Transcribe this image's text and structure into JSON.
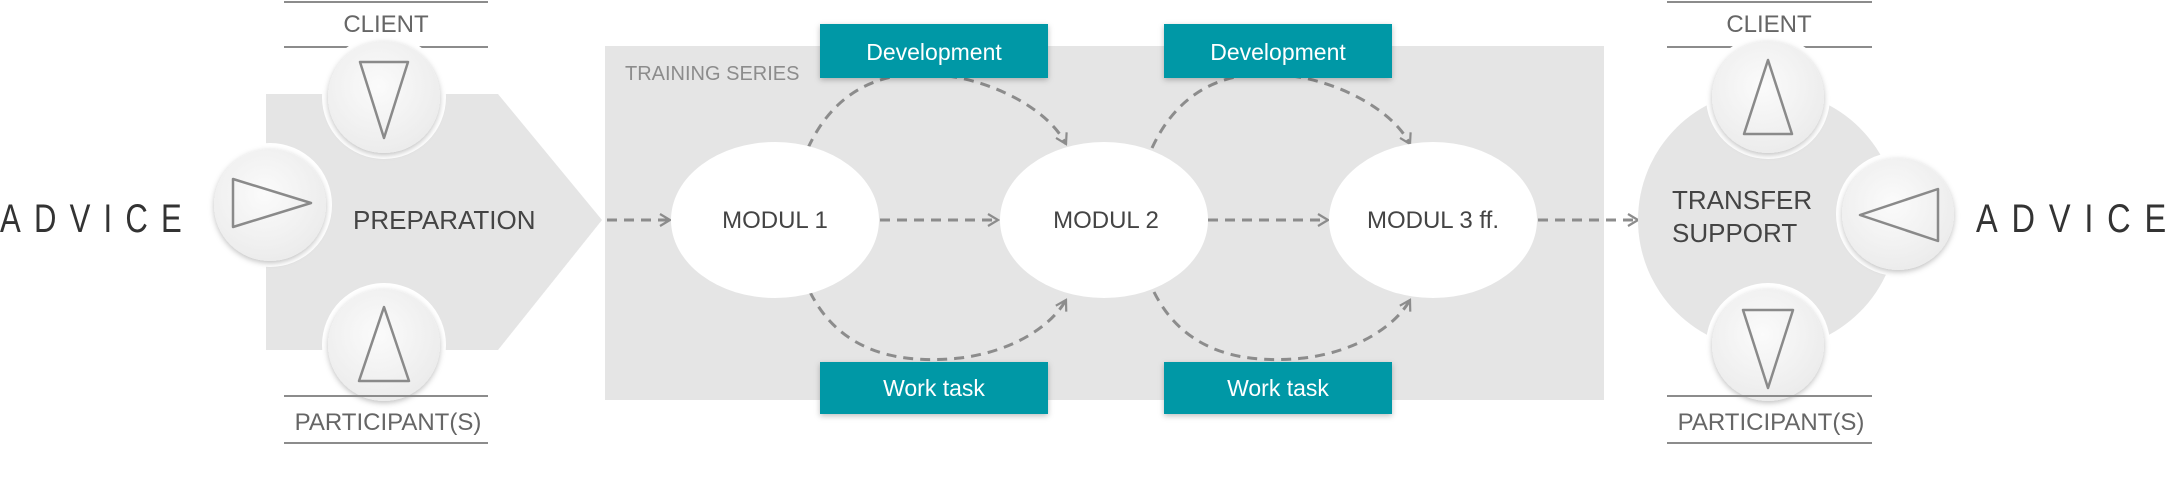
{
  "left_side": {
    "advice_label": "ADVICE",
    "client_label": "CLIENT",
    "participant_label": "PARTICIPANT(S)",
    "preparation_label": "PREPARATION"
  },
  "training": {
    "series_label": "TRAINING SERIES",
    "modules": [
      "MODUL 1",
      "MODUL 2",
      "MODUL 3 ff."
    ],
    "development_label": "Development",
    "work_task_label": "Work task"
  },
  "right_side": {
    "advice_label": "ADVICE",
    "client_label": "CLIENT",
    "participant_label": "PARTICIPANT(S)",
    "transfer_line1": "TRANSFER",
    "transfer_line2": "SUPPORT"
  },
  "colors": {
    "teal": "#0098A6",
    "panel_gray": "#E5E5E5",
    "text_gray": "#444444",
    "line_gray": "#8C8C8C",
    "triangle_gray": "#8A8A8A"
  }
}
